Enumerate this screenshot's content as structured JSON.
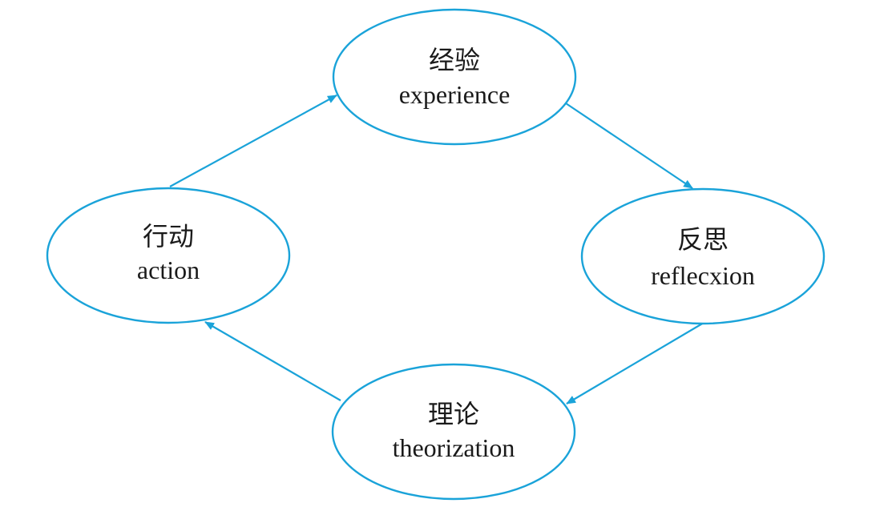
{
  "colors": {
    "stroke": "#1aa3d9",
    "text": "#1a1a1a"
  },
  "nodes": [
    {
      "id": "experience",
      "zh": "经验",
      "en": "experience"
    },
    {
      "id": "reflexion",
      "zh": "反思",
      "en": "reflecxion"
    },
    {
      "id": "theorization",
      "zh": "理论",
      "en": "theorization"
    },
    {
      "id": "action",
      "zh": "行动",
      "en": "action"
    }
  ],
  "edges": [
    {
      "from": "experience",
      "to": "reflexion"
    },
    {
      "from": "reflexion",
      "to": "theorization"
    },
    {
      "from": "theorization",
      "to": "action"
    },
    {
      "from": "action",
      "to": "experience"
    }
  ]
}
